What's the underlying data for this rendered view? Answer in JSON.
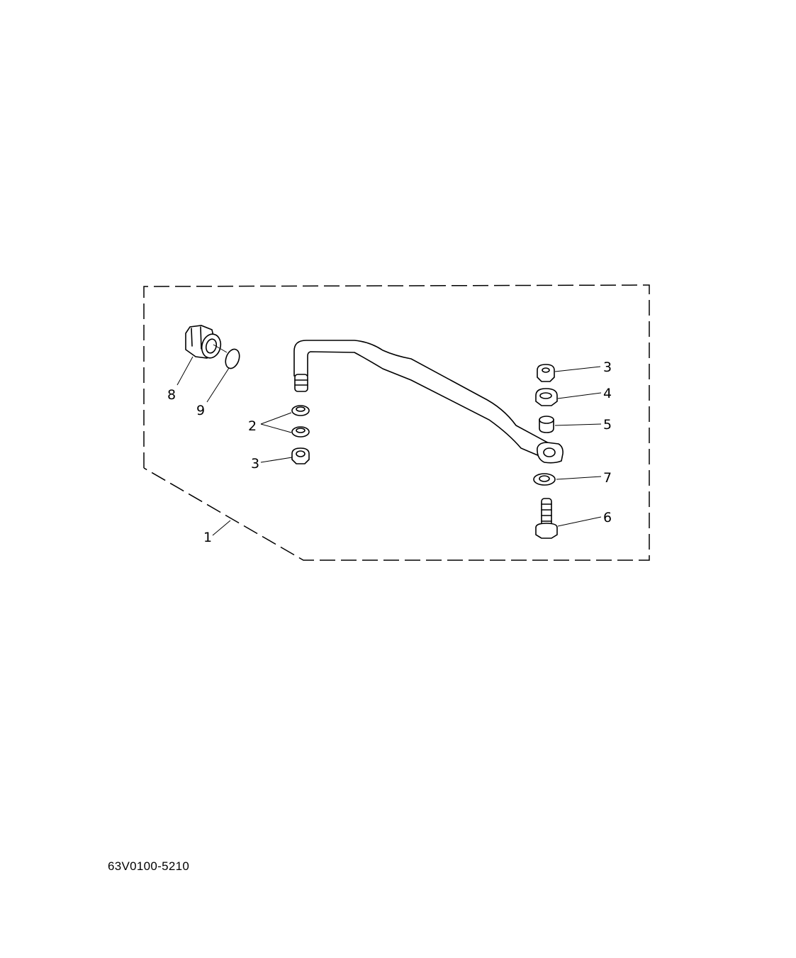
{
  "diagram": {
    "title": "Steering guide attachment exploded parts diagram",
    "part_code": "63V0100-5210",
    "assembly_label": "1",
    "callouts": [
      {
        "id": "c1",
        "label": "1",
        "part": "attachment kit (dashed outline group)"
      },
      {
        "id": "c2",
        "label": "2",
        "part": "washers (x2)"
      },
      {
        "id": "c3a",
        "label": "3",
        "part": "self-locking nut (left)"
      },
      {
        "id": "c3b",
        "label": "3",
        "part": "self-locking nut (right)"
      },
      {
        "id": "c4",
        "label": "4",
        "part": "nut"
      },
      {
        "id": "c5",
        "label": "5",
        "part": "collar"
      },
      {
        "id": "c6",
        "label": "6",
        "part": "bolt"
      },
      {
        "id": "c7",
        "label": "7",
        "part": "washer"
      },
      {
        "id": "c8",
        "label": "8",
        "part": "nut (cap)"
      },
      {
        "id": "c9",
        "label": "9",
        "part": "o-ring"
      }
    ],
    "colors": {
      "line": "#000000",
      "background": "#ffffff"
    }
  }
}
